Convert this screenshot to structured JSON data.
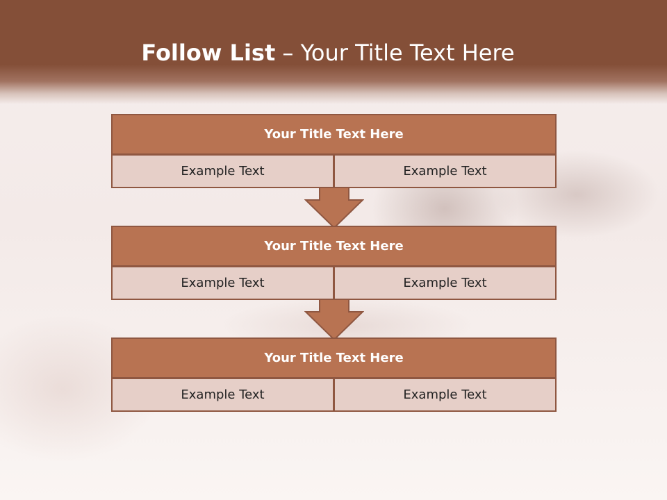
{
  "header": {
    "title_bold": "Follow List",
    "title_rest": " – Your Title Text Here"
  },
  "steps": [
    {
      "title": "Your Title Text Here",
      "left": "Example Text",
      "right": "Example Text"
    },
    {
      "title": "Your Title Text Here",
      "left": "Example Text",
      "right": "Example Text"
    },
    {
      "title": "Your Title Text Here",
      "left": "Example Text",
      "right": "Example Text"
    }
  ],
  "colors": {
    "header": "#844f38",
    "title_box": "#b87352",
    "cell_box": "#e6cfc8",
    "border": "#8f5741"
  },
  "icons": {
    "connector": "down-arrow-icon"
  }
}
